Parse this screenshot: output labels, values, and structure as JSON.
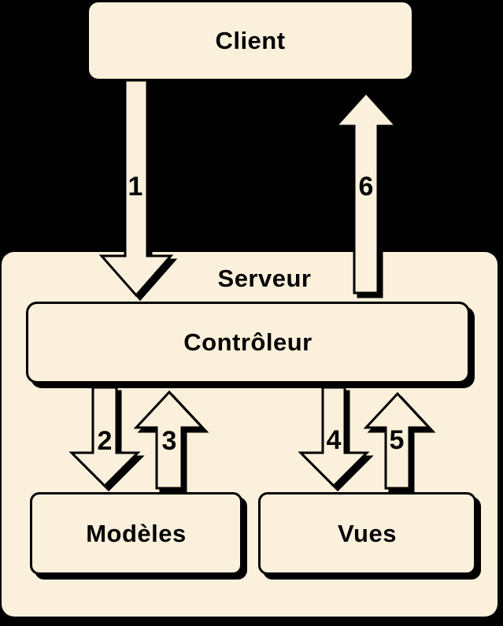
{
  "diagram": {
    "colors": {
      "background": "#000000",
      "node_fill": "#FAF0DB",
      "outline": "#000000",
      "text": "#000000"
    },
    "nodes": {
      "client": "Client",
      "server": "Serveur",
      "controller": "Contrôleur",
      "models": "Modèles",
      "views": "Vues"
    },
    "arrows": [
      {
        "label": "1",
        "direction": "down",
        "from": "Client",
        "to": "Contrôleur"
      },
      {
        "label": "2",
        "direction": "down",
        "from": "Contrôleur",
        "to": "Modèles"
      },
      {
        "label": "3",
        "direction": "up",
        "from": "Modèles",
        "to": "Contrôleur"
      },
      {
        "label": "4",
        "direction": "down",
        "from": "Contrôleur",
        "to": "Vues"
      },
      {
        "label": "5",
        "direction": "up",
        "from": "Vues",
        "to": "Contrôleur"
      },
      {
        "label": "6",
        "direction": "up",
        "from": "Contrôleur",
        "to": "Client"
      }
    ]
  }
}
